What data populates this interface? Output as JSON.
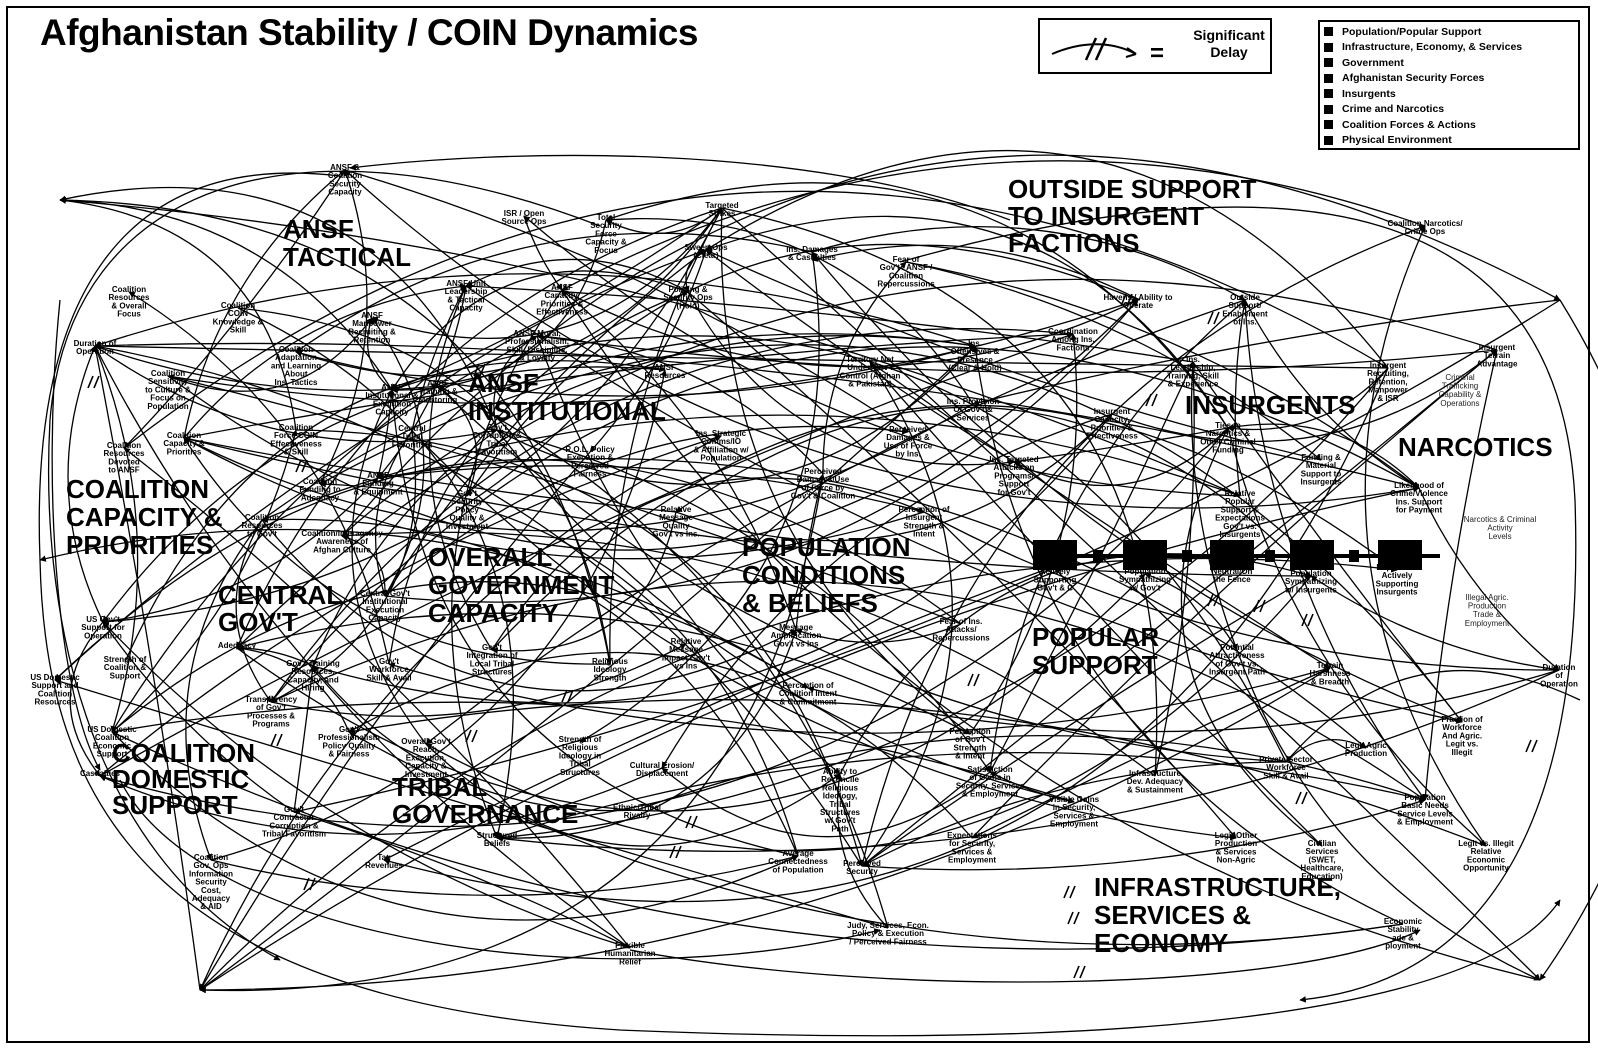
{
  "title": "Afghanistan Stability / COIN Dynamics",
  "delay_legend": {
    "label": "Significant Delay",
    "equals": "="
  },
  "legend": [
    "Population/Popular Support",
    "Infrastructure, Economy, & Services",
    "Government",
    "Afghanistan Security Forces",
    "Insurgents",
    "Crime and Narcotics",
    "Coalition Forces & Actions",
    "Physical Environment"
  ],
  "sectors": [
    {
      "name": "ansf-tactical",
      "lines": [
        "ANSF",
        "TACTICAL"
      ]
    },
    {
      "name": "ansf-institutional",
      "lines": [
        "ANSF",
        "INSTITUTIONAL"
      ]
    },
    {
      "name": "outside-support",
      "lines": [
        "OUTSIDE SUPPORT",
        "TO INSURGENT",
        "FACTIONS"
      ]
    },
    {
      "name": "insurgents",
      "lines": [
        "INSURGENTS"
      ]
    },
    {
      "name": "narcotics",
      "lines": [
        "NARCOTICS"
      ]
    },
    {
      "name": "coalition-capacity",
      "lines": [
        "COALITION",
        "CAPACITY &",
        "PRIORITIES"
      ]
    },
    {
      "name": "overall-government",
      "lines": [
        "OVERALL",
        "GOVERNMENT",
        "CAPACITY"
      ]
    },
    {
      "name": "population-conditions",
      "lines": [
        "POPULATION",
        "CONDITIONS",
        "& BELIEFS"
      ]
    },
    {
      "name": "central-govt",
      "lines": [
        "CENTRAL",
        "GOV'T"
      ]
    },
    {
      "name": "popular-support",
      "lines": [
        "POPULAR",
        "SUPPORT"
      ]
    },
    {
      "name": "coalition-domestic",
      "lines": [
        "COALITION",
        "DOMESTIC",
        "SUPPORT"
      ]
    },
    {
      "name": "tribal-governance",
      "lines": [
        "TRIBAL",
        "GOVERNANCE"
      ]
    },
    {
      "name": "infrastructure",
      "lines": [
        "INFRASTRUCTURE,",
        "SERVICES &",
        "ECONOMY"
      ]
    }
  ],
  "nodes": [
    {
      "lines": [
        "ANSF &",
        "Coalition",
        "Security",
        "Capacity"
      ]
    },
    {
      "lines": [
        "ISR / Open",
        "Source Ops"
      ]
    },
    {
      "lines": [
        "Total",
        "Security",
        "Force",
        "Capacity &",
        "Focus"
      ]
    },
    {
      "lines": [
        "Targeted",
        "Strikes"
      ]
    },
    {
      "lines": [
        "Sweep Ops",
        "(Clear)"
      ]
    },
    {
      "lines": [
        "Ins. Damages",
        "& Casualties"
      ]
    },
    {
      "lines": [
        "Fear of",
        "Gov't / ANSF /",
        "Coalition",
        "Repercussions"
      ]
    },
    {
      "lines": [
        "ANSF Unit",
        "Leadership",
        "& Tactical",
        "Capacity"
      ]
    },
    {
      "lines": [
        "ANSF",
        "Capacity,",
        "Priorities &",
        "Effectiveness"
      ]
    },
    {
      "lines": [
        "Policing &",
        "Security Ops",
        "(Hold)"
      ]
    },
    {
      "lines": [
        "ANSF",
        "Manpower",
        "Recruiting &",
        "Retention"
      ]
    },
    {
      "lines": [
        "ANSF Moral,",
        "Professionalism,",
        "Skill, Discipline,",
        "& Loyalty"
      ]
    },
    {
      "lines": [
        "ANSF",
        "Institutional &",
        "Execution",
        "Capacity"
      ]
    },
    {
      "lines": [
        "ANSF",
        "Training &",
        "Mentoring"
      ]
    },
    {
      "lines": [
        "ANSF",
        "Funding",
        "& Equipment"
      ]
    },
    {
      "lines": [
        "Coalition",
        "Resources",
        "& Overall",
        "Focus"
      ]
    },
    {
      "lines": [
        "Coalition",
        "COIN",
        "Knowledge &",
        "Skill"
      ]
    },
    {
      "lines": [
        "Coalition",
        "Adaptation",
        "and Learning",
        "About",
        "Ins. Tactics"
      ]
    },
    {
      "lines": [
        "Coalition",
        "Sensitivity",
        "to Culture &",
        "Focus on",
        "Population"
      ]
    },
    {
      "lines": [
        "Duration of",
        "Operation"
      ]
    },
    {
      "lines": [
        "Coalition",
        "Force COIN",
        "Effectiveness",
        "& Skill"
      ]
    },
    {
      "lines": [
        "Coalition",
        "Capacity &",
        "Priorities"
      ]
    },
    {
      "lines": [
        "Coalition",
        "Resources",
        "Devoted",
        "to ANSF"
      ]
    },
    {
      "lines": [
        "Coalition",
        "Funding to",
        "Adequacy"
      ]
    },
    {
      "lines": [
        "Coalition",
        "Resources",
        "to Gov't"
      ]
    },
    {
      "lines": [
        "Gov't",
        "Security",
        "Policy",
        "Quality &",
        "Investment"
      ]
    },
    {
      "lines": [
        "Gov't",
        "Corruption &",
        "Tribal",
        "Favoritism"
      ]
    },
    {
      "lines": [
        "R.O.L. Policy",
        "Execution &",
        "Perceived",
        "Fairness"
      ]
    },
    {
      "lines": [
        "Relative",
        "Message",
        "Quality",
        "Gov't vs Ins."
      ]
    },
    {
      "lines": [
        "Ins. Strategic",
        "Comms/IO",
        "& Affiliation w/",
        "Population"
      ]
    },
    {
      "lines": [
        "Perceived",
        "Damages/Use",
        "of Force by",
        "Gov't & Coalition"
      ]
    },
    {
      "lines": [
        "Territory Not",
        "Under Gov't",
        "Control (Afghan",
        "& Pakistan)"
      ]
    },
    {
      "lines": [
        "Ins.",
        "Offensives &",
        "Presence",
        "(Clear & Hold)"
      ]
    },
    {
      "lines": [
        "Ins. Provision",
        "Of Gov't &",
        "Services"
      ]
    },
    {
      "lines": [
        "Perceived",
        "Damages &",
        "Use of Force",
        "by Ins."
      ]
    },
    {
      "lines": [
        "Ins. Targeted",
        "Attacks on",
        "Programs/",
        "Support",
        "for Gov't"
      ]
    },
    {
      "lines": [
        "Perception of",
        "Insurgent",
        "Strength &",
        "Intent"
      ]
    },
    {
      "lines": [
        "Havens / Ability to",
        "Operate"
      ]
    },
    {
      "lines": [
        "Coordination",
        "Among Ins.",
        "Factions"
      ]
    },
    {
      "lines": [
        "Outside",
        "Support/",
        "Enablement",
        "of Ins."
      ]
    },
    {
      "lines": [
        "Ins.",
        "Leadership,",
        "Training, Skill",
        "& Experience"
      ]
    },
    {
      "lines": [
        "Insurgent",
        "Capacity,",
        "Priorities &",
        "Effectiveness"
      ]
    },
    {
      "lines": [
        "Ties to",
        "Narcotics &",
        "Other Criminal",
        "Funding"
      ]
    },
    {
      "lines": [
        "Insurgent",
        "Recruiting,",
        "Retention,",
        "Manpower",
        "& ISR"
      ]
    },
    {
      "lines": [
        "Insurgent",
        "Terrain",
        "Advantage"
      ]
    },
    {
      "lines": [
        "Coalition Narcotics/",
        "Crime Ops"
      ]
    },
    {
      "lines": [
        "Funding &",
        "Material",
        "Support to",
        "Insurgents"
      ]
    },
    {
      "lines": [
        "Relative",
        "Popular",
        "Support &",
        "Expectations",
        "Gov't vs.",
        "Insurgents"
      ]
    },
    {
      "lines": [
        "Likelihood of",
        "Crime/Violence",
        "Ins. Support",
        "for Payment"
      ]
    },
    {
      "lines": [
        "Population",
        "Actively",
        "Supporting",
        "Gov't & C"
      ]
    },
    {
      "lines": [
        "Population",
        "Sympathizing",
        "w/ Gov't"
      ]
    },
    {
      "lines": [
        "Neutral/On",
        "the Fence"
      ]
    },
    {
      "lines": [
        "Population",
        "Sympathizing",
        "w/ Insurgents"
      ]
    },
    {
      "lines": [
        "Population",
        "Actively",
        "Supporting",
        "Insurgents"
      ]
    },
    {
      "lines": [
        "Potential",
        "Attractiveness",
        "of Gov't vs.",
        "Insurgent Path"
      ]
    },
    {
      "lines": [
        "Terrain",
        "Harshness",
        "& Breadth"
      ]
    },
    {
      "lines": [
        "Fear of Ins.",
        "Attacks/",
        "Repercussions"
      ]
    },
    {
      "lines": [
        "Relative",
        "Message",
        "Impact Gov't",
        "vs Ins"
      ]
    },
    {
      "lines": [
        "Message",
        "Amplification",
        "Gov't vs Ins"
      ]
    },
    {
      "lines": [
        "Perception of",
        "Coalition Intent",
        "& Commitment"
      ]
    },
    {
      "lines": [
        "Perception",
        "of Gov't",
        "Strength",
        "& Intent"
      ]
    },
    {
      "lines": [
        "Gov't",
        "Integration of",
        "Local Tribal",
        "Structures"
      ]
    },
    {
      "lines": [
        "Religious",
        "Ideology",
        "Strength"
      ]
    },
    {
      "lines": [
        "Central Gov't",
        "Institutional",
        "Execution",
        "Capacity"
      ]
    },
    {
      "lines": [
        "Gov't Training",
        "Resources,",
        "Capacity, and",
        "Hiring"
      ]
    },
    {
      "lines": [
        "Gov't",
        "Workforce",
        "Skill & Avail"
      ]
    },
    {
      "lines": [
        "Transparency",
        "of Gov't",
        "Processes &",
        "Programs"
      ]
    },
    {
      "lines": [
        "Gov't",
        "Professionalism",
        "Policy Quality",
        "& Fairness"
      ]
    },
    {
      "lines": [
        "Overall Gov't",
        "Reach,",
        "Execution,",
        "Capacity &",
        "Investment"
      ]
    },
    {
      "lines": [
        "Strength of",
        "Religious",
        "Ideology in",
        "Tribal",
        "Structures"
      ]
    },
    {
      "lines": [
        "Cultural Erosion/",
        "Displacement"
      ]
    },
    {
      "lines": [
        "Ability to",
        "Reconcile",
        "Religious",
        "Ideology,",
        "Tribal",
        "Structures",
        "w/ Gov't",
        "Path"
      ]
    },
    {
      "lines": [
        "Ethnic/Tribal",
        "Rivalry"
      ]
    },
    {
      "lines": [
        "Structured",
        "Beliefs"
      ]
    },
    {
      "lines": [
        "Average",
        "Connectedness",
        "of Population"
      ]
    },
    {
      "lines": [
        "Perceived",
        "Security"
      ]
    },
    {
      "lines": [
        "Gov't",
        "Contractor",
        "Corruption &",
        "Tribal Favoritism"
      ]
    },
    {
      "lines": [
        "Tax",
        "Revenues"
      ]
    },
    {
      "lines": [
        "Coalition",
        "Gov. Ops",
        "Information",
        "Security",
        "Cost,",
        "Adequacy",
        "& AID"
      ]
    },
    {
      "lines": [
        "Flexible",
        "Humanitarian",
        "Relief"
      ]
    },
    {
      "lines": [
        "Judy, Services, Econ.",
        "Policy & Execution",
        "/ Perceived Fairness"
      ]
    },
    {
      "lines": [
        "Satisfaction",
        "of Gains in",
        "Security, Services",
        "& Employment"
      ]
    },
    {
      "lines": [
        "Visible Gains",
        "in Security,",
        "Services &",
        "Employment"
      ]
    },
    {
      "lines": [
        "Expectations",
        "for Security,",
        "Services &",
        "Employment"
      ]
    },
    {
      "lines": [
        "Infrastructure",
        "Dev. Adequacy",
        "& Sustainment"
      ]
    },
    {
      "lines": [
        "Private Sector",
        "Workforce",
        "Skill & Avail"
      ]
    },
    {
      "lines": [
        "Legit Agric",
        "Production"
      ]
    },
    {
      "lines": [
        "Legit Other",
        "Production",
        "& Services",
        "Non-Agric"
      ]
    },
    {
      "lines": [
        "Civilian",
        "Services",
        "(SWET,",
        "Healthcare,",
        "Education)"
      ]
    },
    {
      "lines": [
        "Population",
        "Basic Needs",
        "Service Levels",
        "& Employment"
      ]
    },
    {
      "lines": [
        "Legit vs. Illegit",
        "Relative",
        "Economic",
        "Opportunity"
      ]
    },
    {
      "lines": [
        "Economic",
        "Stability",
        "ade &",
        "ployment"
      ]
    },
    {
      "lines": [
        "Fraction of",
        "Workforce",
        "And Agric.",
        "Legit vs.",
        "Illegit"
      ]
    },
    {
      "lines": [
        "Duration",
        "of",
        "Operation"
      ]
    },
    {
      "lines": [
        "US Domestic",
        "Support and",
        "Coalition",
        "Resources"
      ]
    },
    {
      "lines": [
        "US Gov't",
        "Support for",
        "Operation"
      ]
    },
    {
      "lines": [
        "Strength of",
        "Coalition &",
        "Support"
      ]
    },
    {
      "lines": [
        "US Domestic",
        "Coalition",
        "Economic",
        "Support"
      ]
    },
    {
      "lines": [
        "Casualties"
      ]
    },
    {
      "lines": [
        "Adequacy"
      ]
    },
    {
      "lines": [
        "ANSF",
        "Resources"
      ]
    },
    {
      "lines": [
        "Coalition/Interagency",
        "Awareness of",
        "Afghan Culture"
      ]
    },
    {
      "lines": [
        "Central",
        "Tribal",
        "Favoritism"
      ]
    }
  ],
  "faint_labels": [
    {
      "lines": [
        "Criminal",
        "Trafficking",
        "Capability &",
        "Operations"
      ]
    },
    {
      "lines": [
        "Narcotics & Criminal",
        "Activity",
        "Levels"
      ]
    },
    {
      "lines": [
        "Illegal Agric.",
        "Production",
        "Trade &",
        "Employment"
      ]
    }
  ]
}
